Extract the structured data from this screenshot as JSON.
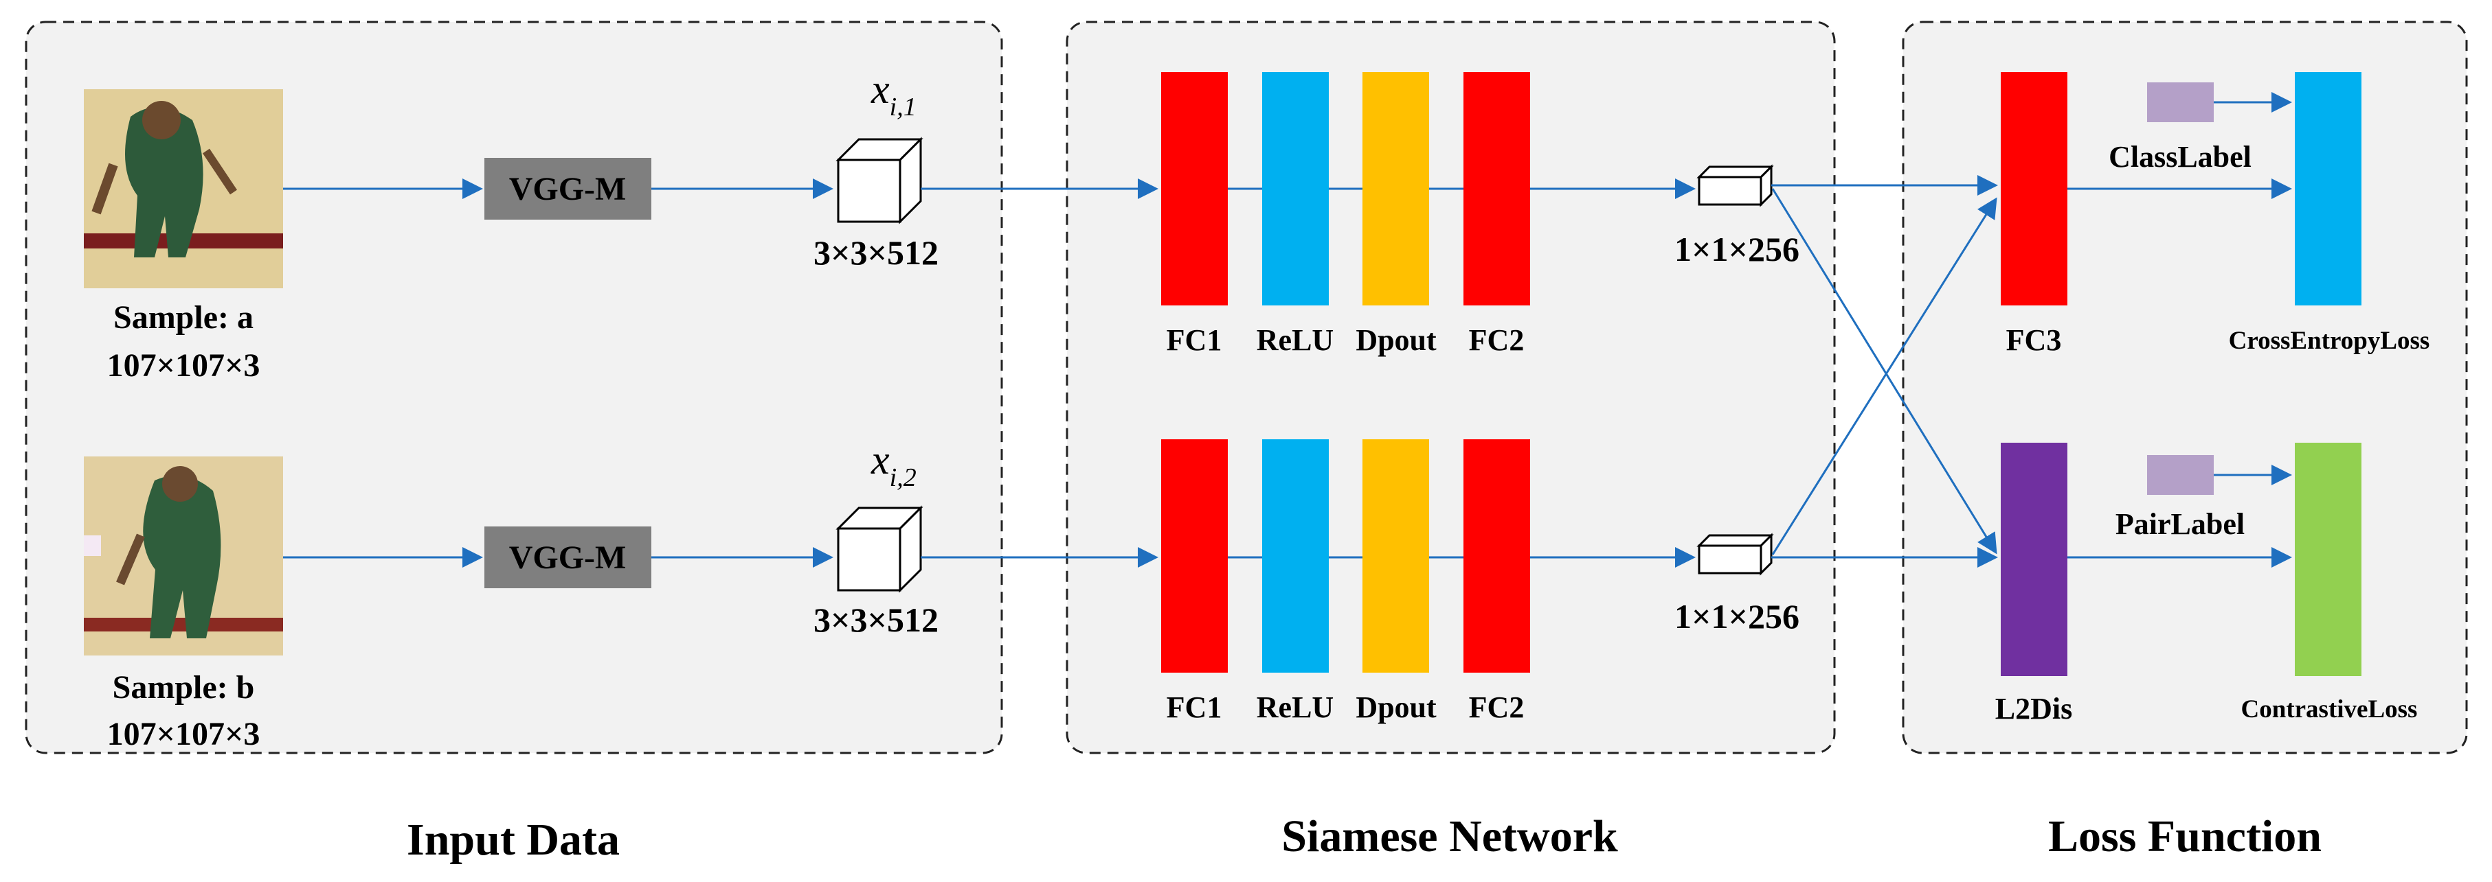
{
  "sections": {
    "input": "Input Data",
    "siamese": "Siamese Network",
    "loss": "Loss Function"
  },
  "inputs": {
    "a": {
      "sample_label": "Sample: a",
      "size_label": "107×107×3"
    },
    "b": {
      "sample_label": "Sample: b",
      "size_label": "107×107×3"
    }
  },
  "vgg_label": "VGG-M",
  "features": {
    "top": {
      "symbol": "x",
      "subscript": "i,1",
      "dims": "3×3×512"
    },
    "bottom": {
      "symbol": "x",
      "subscript": "i,2",
      "dims": "3×3×512"
    }
  },
  "siamese_layers": [
    "FC1",
    "ReLU",
    "Dpout",
    "FC2"
  ],
  "embedding_dims": "1×1×256",
  "loss": {
    "fc3": "FC3",
    "l2dis": "L2Dis",
    "class_label": "ClassLabel",
    "pair_label": "PairLabel",
    "cross_entropy": "CrossEntropyLoss",
    "contrastive": "ContrastiveLoss"
  },
  "colors": {
    "fc": "#ff0000",
    "relu": "#00b0f0",
    "dropout": "#ffc000",
    "l2dis": "#7030a0",
    "cross_entropy": "#00b0f0",
    "contrastive": "#92d050",
    "label_box": "#b4a0c8",
    "vgg": "#7f7f7f",
    "arrow": "#1f6fbf",
    "panel": "#f2f2f2"
  }
}
